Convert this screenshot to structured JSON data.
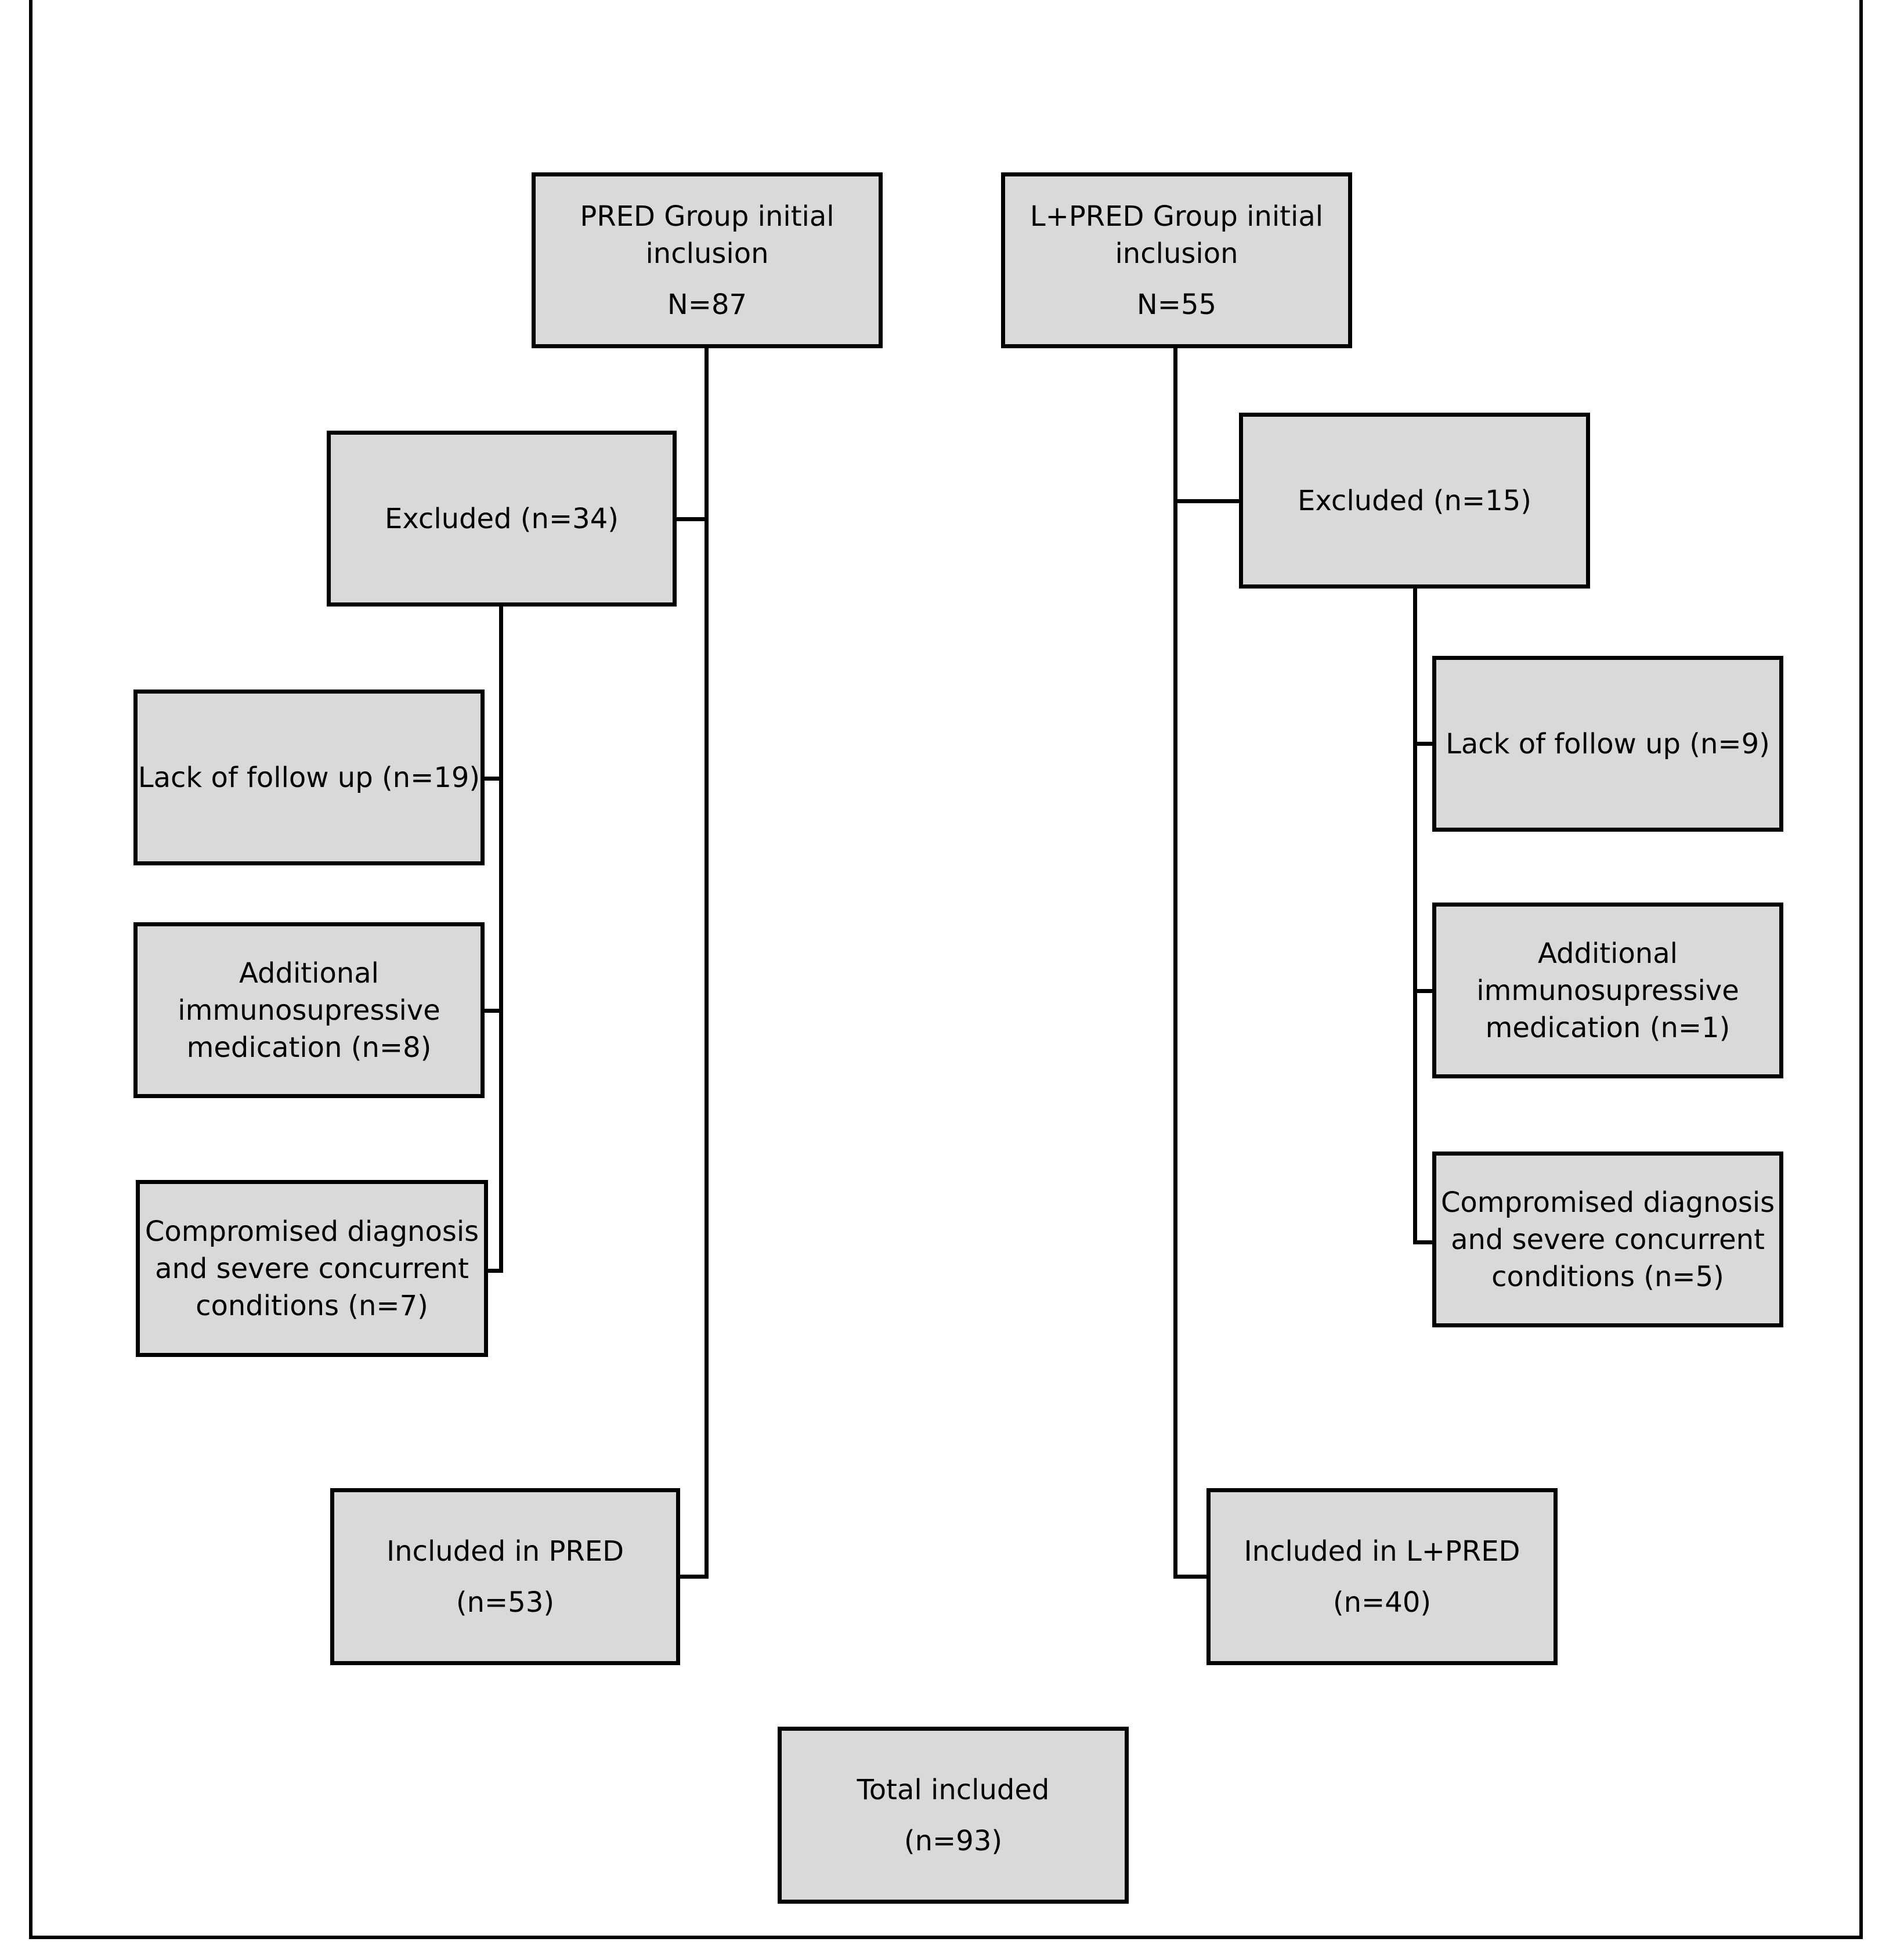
{
  "pred_group": {
    "initial_line1": "PRED Group initial",
    "initial_line2": "inclusion",
    "initial_n": "N=87",
    "excluded": "Excluded (n=34)",
    "lack_follow_up": "Lack of follow up (n=19)",
    "immuno_line1": "Additional",
    "immuno_line2": "immunosupressive",
    "immuno_line3": "medication (n=8)",
    "comp_line1": "Compromised diagnosis",
    "comp_line2": "and severe concurrent",
    "comp_line3": "conditions (n=7)",
    "included_line1": "Included in PRED",
    "included_n": "(n=53)"
  },
  "lpred_group": {
    "initial_line1": "L+PRED Group initial",
    "initial_line2": "inclusion",
    "initial_n": "N=55",
    "excluded": "Excluded (n=15)",
    "lack_follow_up": "Lack of follow up (n=9)",
    "immuno_line1": "Additional",
    "immuno_line2": "immunosupressive",
    "immuno_line3": "medication (n=1)",
    "comp_line1": "Compromised diagnosis",
    "comp_line2": "and severe concurrent",
    "comp_line3": "conditions (n=5)",
    "included_line1": "Included in L+PRED",
    "included_n": "(n=40)"
  },
  "total": {
    "line1": "Total included",
    "n": "(n=93)"
  },
  "colors": {
    "box_fill": "#d9d9d9",
    "border": "#000000"
  }
}
